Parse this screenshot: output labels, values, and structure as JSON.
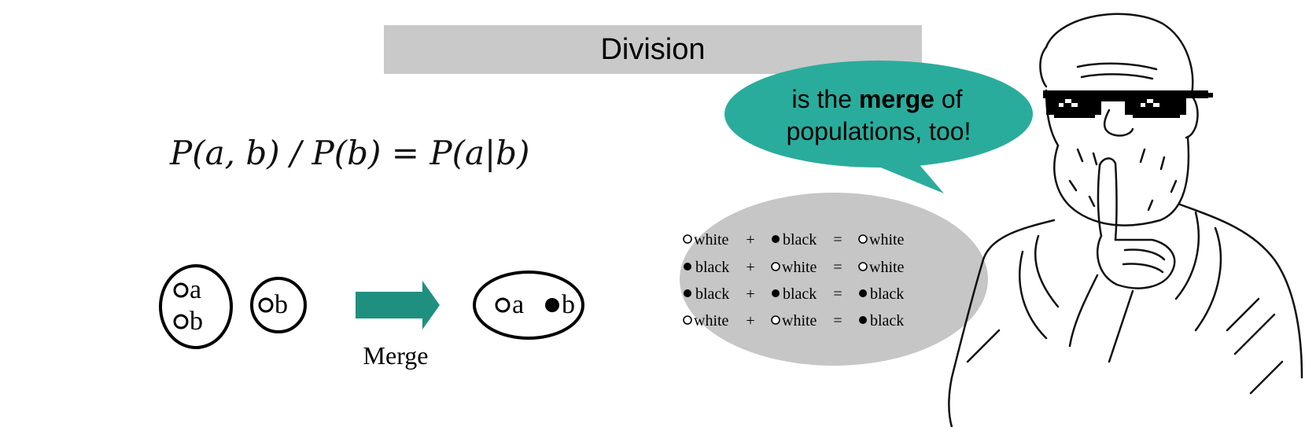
{
  "title": "Division",
  "formula": "P(a, b) / P(b) = P(a|b)",
  "diagram": {
    "set_left_labels": [
      "a",
      "b"
    ],
    "set_middle_label": "b",
    "merge_label": "Merge",
    "result_labels": [
      "a",
      "b"
    ]
  },
  "speech": {
    "line1_before": "is the ",
    "line1_bold": "merge",
    "line1_after": " of",
    "line2": "populations, too!"
  },
  "merge_table": {
    "plus": "+",
    "equals": "=",
    "rows": [
      {
        "left": "white",
        "right": "black",
        "result": "white"
      },
      {
        "left": "black",
        "right": "white",
        "result": "white"
      },
      {
        "left": "black",
        "right": "black",
        "result": "black"
      },
      {
        "left": "white",
        "right": "white",
        "result": "black"
      }
    ]
  },
  "colors": {
    "title_bg": "#c9c9c9",
    "teal_bubble": "#2aac9c",
    "teal_arrow": "#1f9080",
    "table_bubble": "#c6c6c6"
  }
}
